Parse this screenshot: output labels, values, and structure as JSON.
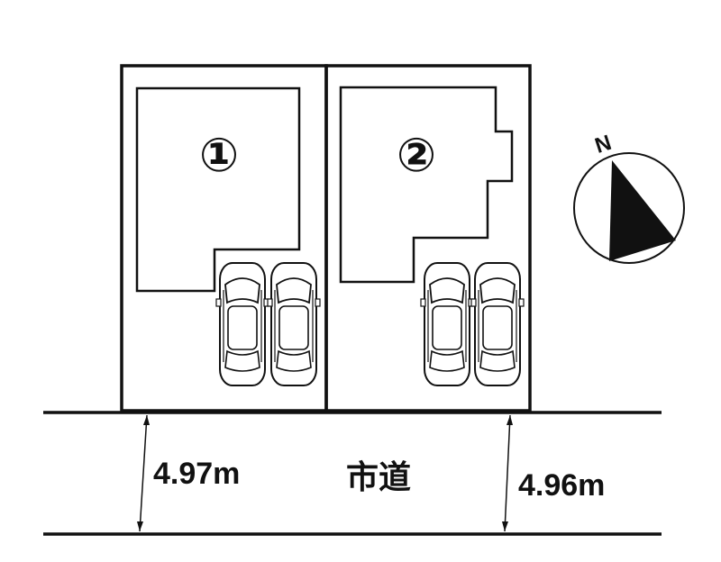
{
  "lots": [
    {
      "id": "lot-1",
      "label": "①"
    },
    {
      "id": "lot-2",
      "label": "②"
    }
  ],
  "road": {
    "label": "市道",
    "width_left": "4.97m",
    "width_right": "4.96m"
  },
  "compass": {
    "north_label": "N"
  },
  "parking": {
    "cars_per_lot": 2
  }
}
